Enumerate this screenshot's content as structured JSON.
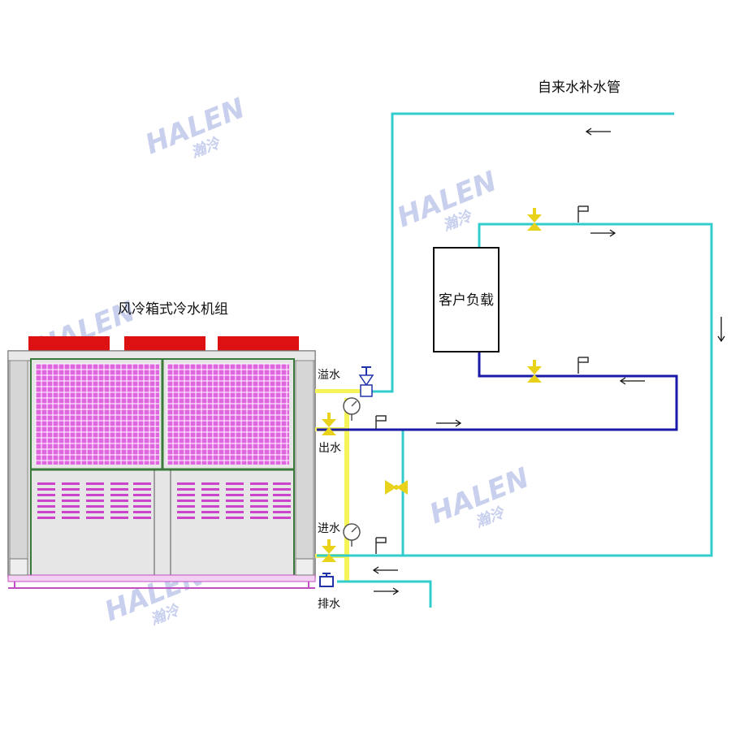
{
  "labels": {
    "unit": "风冷箱式冷水机组",
    "tap_water": "自来水补水管",
    "load": "客户负载",
    "overflow": "溢水",
    "outlet": "出水",
    "inlet": "进水",
    "drain": "排水"
  },
  "watermark": {
    "brand": "HALEN",
    "sub": "瀚泠"
  },
  "colors": {
    "cyan_pipe": "#33cccc",
    "blue_pipe": "#1a1aa6",
    "yellow_pipe": "#f5f55a",
    "valve_yellow": "#e8d21a",
    "fan_red": "#dd1111",
    "grille_magenta": "#cc44cc",
    "panel_gray": "#dcdcdc",
    "frame_green": "#3a7a3a"
  },
  "icons": [
    "arrow-left-icon",
    "arrow-right-icon",
    "arrow-down-icon",
    "valve-icon",
    "pressure-gauge-icon",
    "flag-marker-icon",
    "check-valve-icon"
  ]
}
